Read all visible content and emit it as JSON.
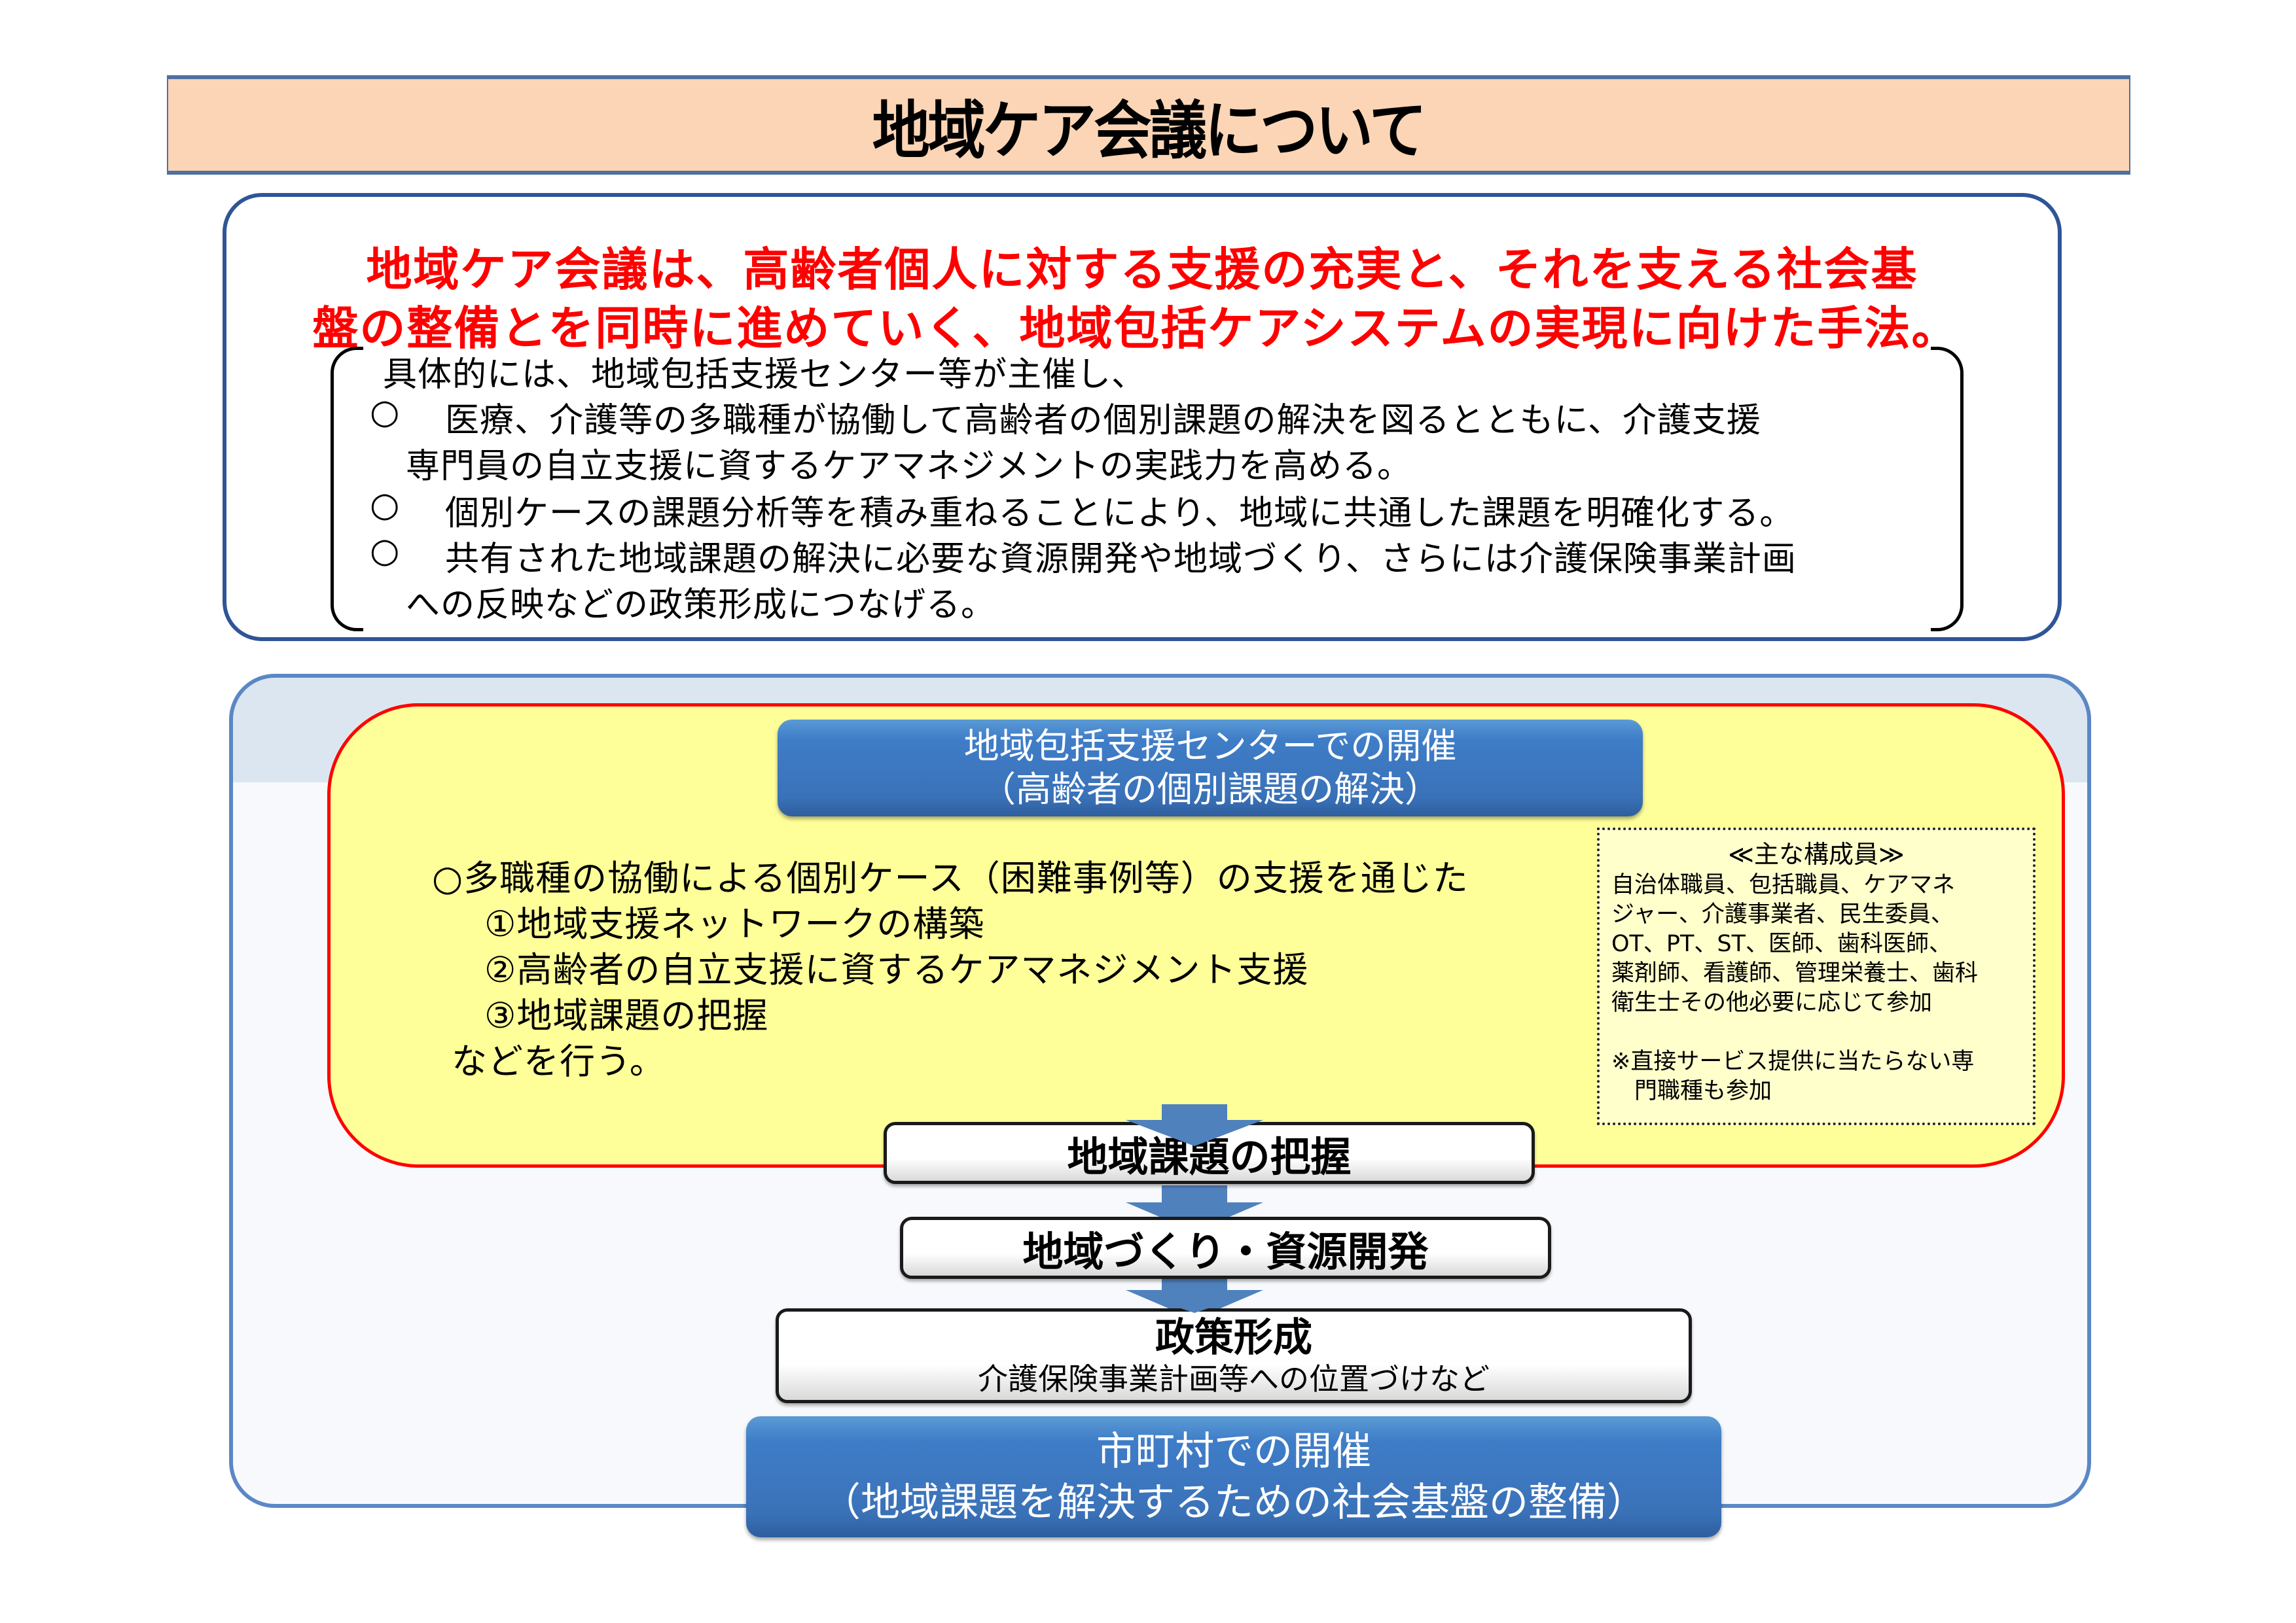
{
  "title": "地域ケア会議について",
  "definition": {
    "headline_lines": [
      "地域ケア会議は、高齢者個人に対する支援の充実と、それを支える社会基",
      "盤の整備とを同時に進めていく、地域包括ケアシステムの実現に向けた手法。"
    ],
    "intro": "具体的には、地域包括支援センター等が主催し、",
    "bullets": [
      {
        "marker": "○",
        "lines": [
          "医療、介護等の多職種が協働して高齢者の個別課題の解決を図るとともに、介護支援",
          "専門員の自立支援に資するケアマネジメントの実践力を高める。"
        ]
      },
      {
        "marker": "○",
        "lines": [
          "個別ケースの課題分析等を積み重ねることにより、地域に共通した課題を明確化する。"
        ]
      },
      {
        "marker": "○",
        "lines": [
          "共有された地域課題の解決に必要な資源開発や地域づくり、さらには介護保険事業計画",
          "への反映などの政策形成につなげる。"
        ]
      }
    ]
  },
  "flow": {
    "center_header": {
      "line1": "地域包括支援センターでの開催",
      "line2": "（高齢者の個別課題の解決）"
    },
    "center_body": {
      "lead": "○多職種の協働による個別ケース（困難事例等）の支援を通じた",
      "items": [
        "①地域支援ネットワークの構築",
        "②高齢者の自立支援に資するケアマネジメント支援",
        "③地域課題の把握"
      ],
      "tail": "などを行う。"
    },
    "members": {
      "title": "≪主な構成員≫",
      "lines": [
        "自治体職員、包括職員、ケアマネ",
        "ジャー、介護事業者、民生委員、",
        "OT、PT、ST、医師、歯科医師、",
        "薬剤師、看護師、管理栄養士、歯科",
        "衛生士その他必要に応じて参加"
      ],
      "note_lines": [
        "※直接サービス提供に当たらない専",
        "　門職種も参加"
      ]
    },
    "steps": [
      {
        "title": "地域課題の把握"
      },
      {
        "title": "地域づくり・資源開発"
      },
      {
        "title": "政策形成",
        "subtitle": "介護保険事業計画等への位置づけなど"
      }
    ],
    "city_header": {
      "line1": "市町村での開催",
      "line2": "（地域課題を解決するための社会基盤の整備）"
    }
  },
  "colors": {
    "title_bg": "#FBD5B5",
    "headline": "#FF0000",
    "def_border": "#2F5597",
    "outer_border": "#5B87C5",
    "yellow_fill": "#FFFF99",
    "yellow_border": "#FF0000",
    "pill_blue": "#3F7DC8",
    "arrow_blue": "#4F81BD"
  }
}
